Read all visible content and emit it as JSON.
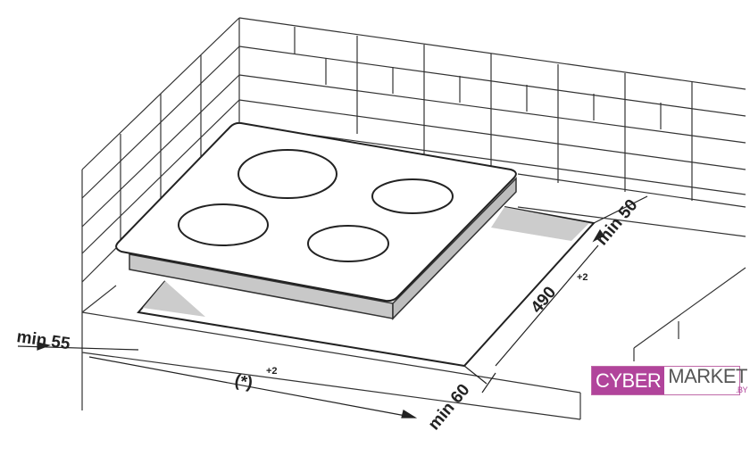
{
  "labels": {
    "min_left": "min 55",
    "width": "(*)",
    "width_tol": "+2",
    "min_front": "min 60",
    "depth": "490",
    "depth_tol": "+2",
    "min_back": "min 50"
  },
  "logo": {
    "part1": "CYBER",
    "part2": "MARKET",
    "suffix": ".BY"
  },
  "colors": {
    "logo_pink": "#b1449b",
    "hob_side": "#c8c8c8"
  }
}
